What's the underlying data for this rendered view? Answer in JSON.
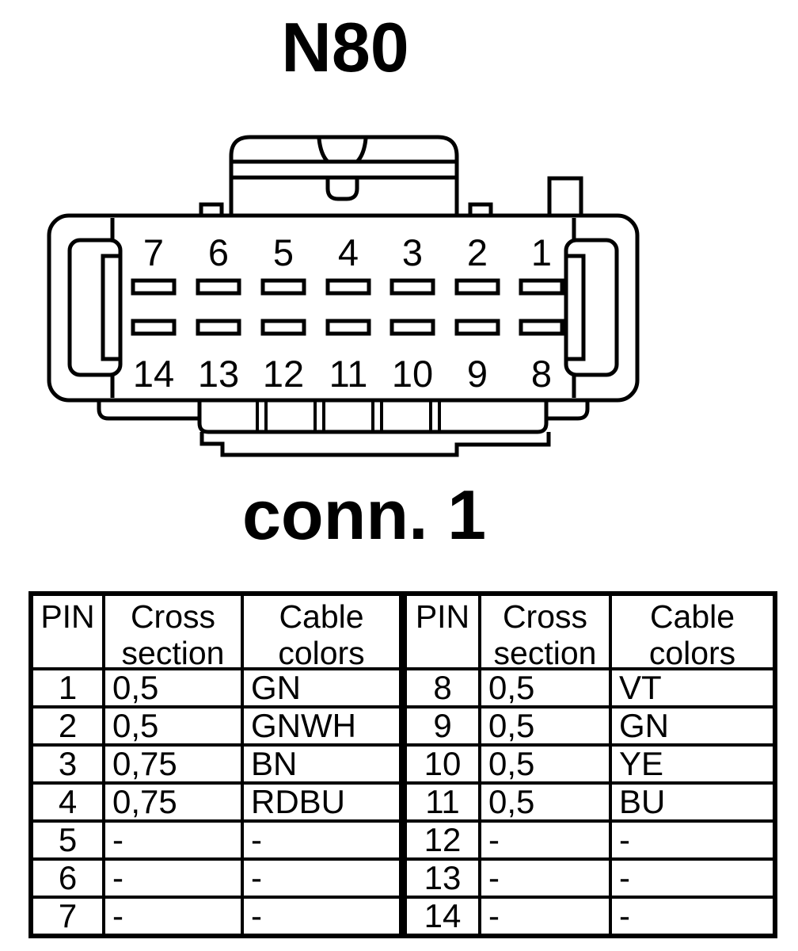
{
  "title": "N80",
  "connector_label": "conn. 1",
  "connector": {
    "pins_top_row": [
      "7",
      "6",
      "5",
      "4",
      "3",
      "2",
      "1"
    ],
    "pins_bottom_row": [
      "14",
      "13",
      "12",
      "11",
      "10",
      "9",
      "8"
    ]
  },
  "table": {
    "headers": [
      "PIN",
      "Cross section",
      "Cable colors",
      "PIN",
      "Cross section",
      "Cable colors"
    ],
    "rows": [
      [
        "1",
        "0,5",
        "GN",
        "8",
        "0,5",
        "VT"
      ],
      [
        "2",
        "0,5",
        "GNWH",
        "9",
        "0,5",
        "GN"
      ],
      [
        "3",
        "0,75",
        "BN",
        "10",
        "0,5",
        "YE"
      ],
      [
        "4",
        "0,75",
        "RDBU",
        "11",
        "0,5",
        "BU"
      ],
      [
        "5",
        "-",
        "-",
        "12",
        "-",
        "-"
      ],
      [
        "6",
        "-",
        "-",
        "13",
        "-",
        "-"
      ],
      [
        "7",
        "-",
        "-",
        "14",
        "-",
        "-"
      ]
    ]
  },
  "colors": {
    "ink": "#000000",
    "paper": "#ffffff"
  }
}
